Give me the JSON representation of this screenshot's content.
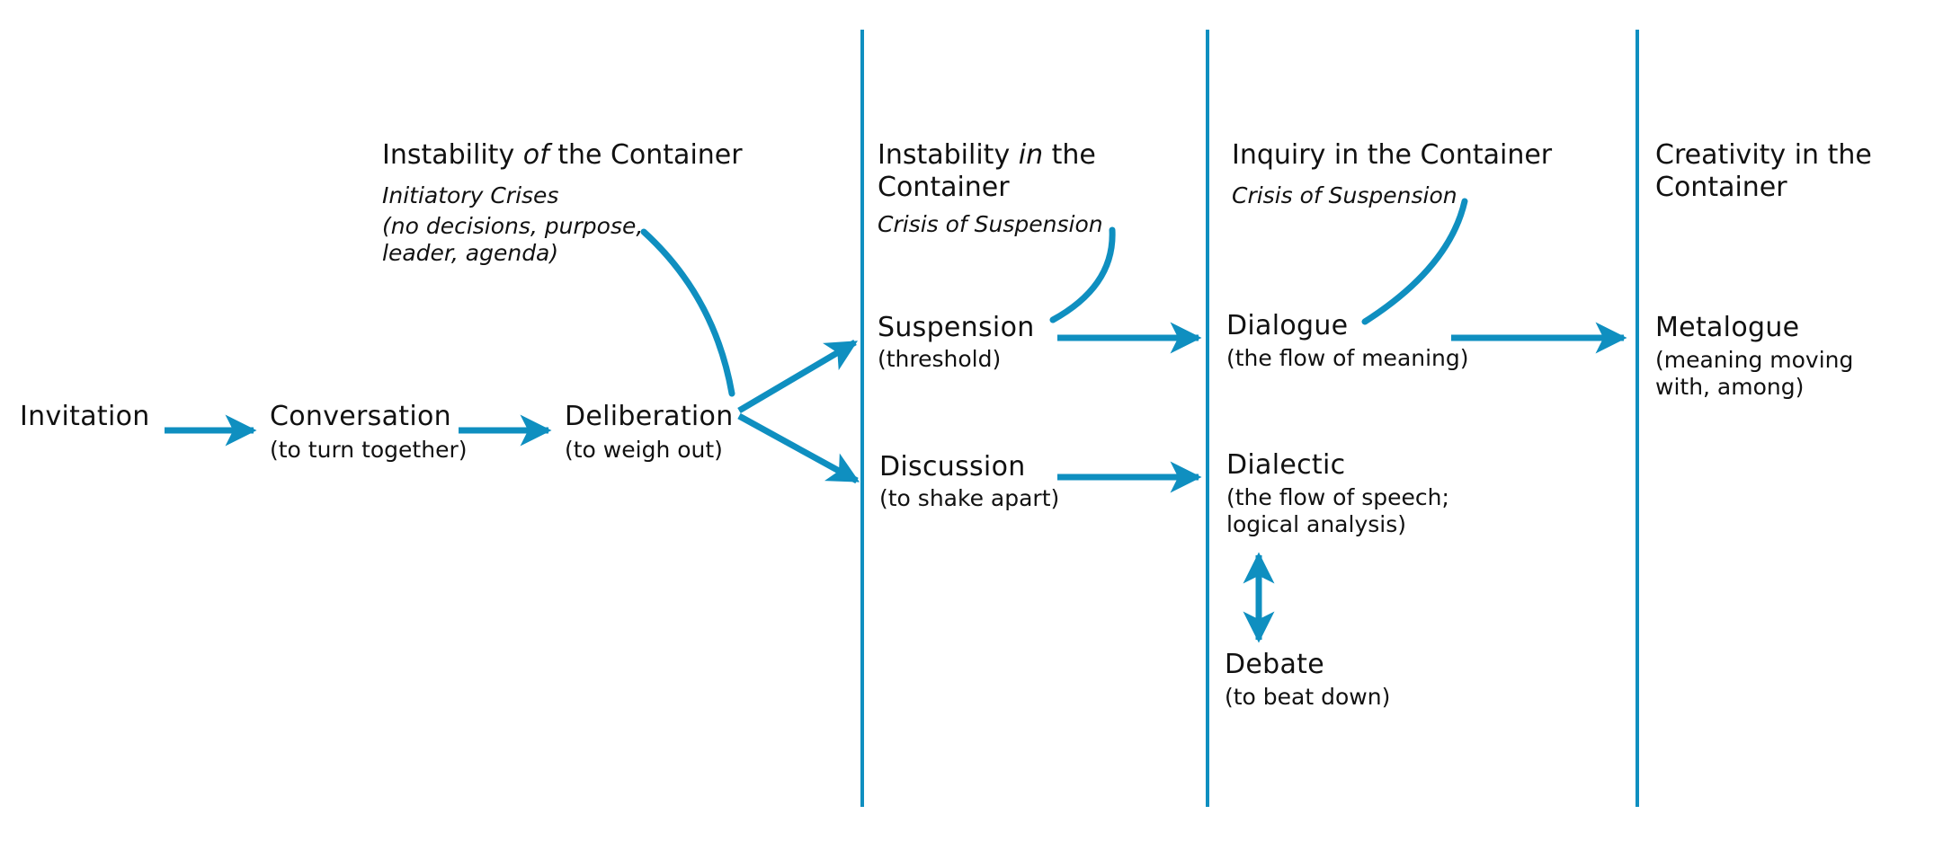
{
  "colors": {
    "accent": "#0f8fc0",
    "text": "#111111",
    "background": "#ffffff"
  },
  "phases": {
    "p1": {
      "title_pre": "Instability ",
      "title_em": "of",
      "title_post": " the Container",
      "crisis_title": "Initiatory Crises",
      "crisis_detail": "(no decisions, purpose, leader, agenda)"
    },
    "p2": {
      "title_pre": "Instability ",
      "title_em": "in",
      "title_post": " the Container",
      "crisis": "Crisis of Suspension"
    },
    "p3": {
      "title": "Inquiry in the Container",
      "crisis": "Crisis of Suspension"
    },
    "p4": {
      "title": "Creativity in the Container"
    }
  },
  "nodes": {
    "invitation": {
      "title": "Invitation"
    },
    "conversation": {
      "title": "Conversation",
      "sub": "(to turn together)"
    },
    "deliberation": {
      "title": "Deliberation",
      "sub": "(to weigh out)"
    },
    "suspension": {
      "title": "Suspension",
      "sub": "(threshold)"
    },
    "discussion": {
      "title": "Discussion",
      "sub": "(to shake apart)"
    },
    "dialogue": {
      "title": "Dialogue",
      "sub": "(the flow of meaning)"
    },
    "dialectic": {
      "title": "Dialectic",
      "sub": "(the flow of speech; logical analysis)"
    },
    "debate": {
      "title": "Debate",
      "sub": "(to beat down)"
    },
    "metalogue": {
      "title": "Metalogue",
      "sub": "(meaning moving with, among)"
    }
  }
}
